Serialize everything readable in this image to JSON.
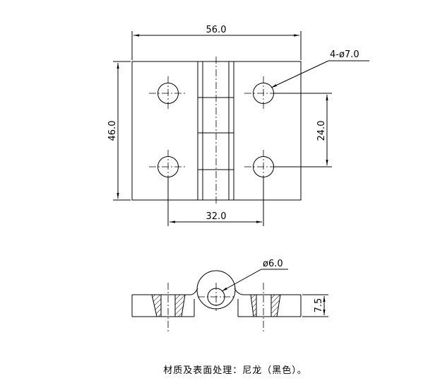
{
  "top_view": {
    "width_dim": "56.0",
    "height_dim": "46.0",
    "hole_spacing_vertical": "24.0",
    "hole_spacing_horizontal": "32.0",
    "hole_callout": "4-ø7.0"
  },
  "side_view": {
    "pin_hole_callout": "ø6.0",
    "thickness_dim": "7.5"
  },
  "note": "材质及表面处理：尼龙（黑色）。"
}
